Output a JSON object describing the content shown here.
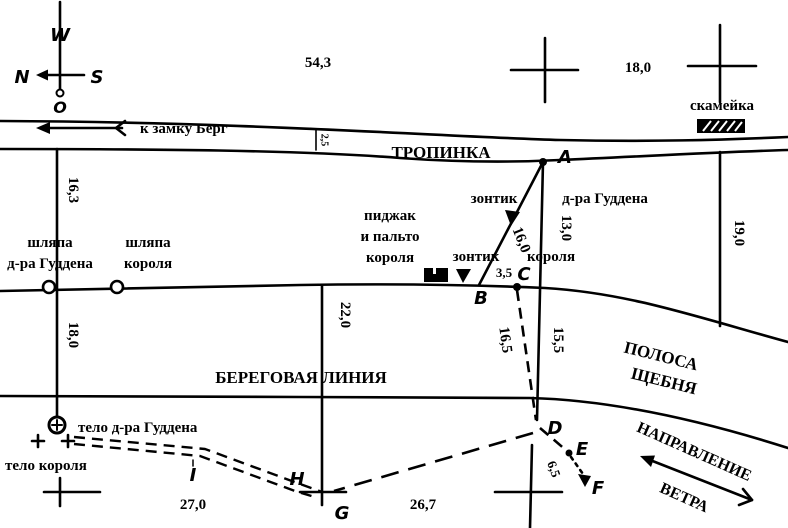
{
  "compass": {
    "west": "W",
    "north": "N",
    "south": "S",
    "east": "O"
  },
  "distances": {
    "top_left": "54,3",
    "top_right": "18,0",
    "path_width": "2,5",
    "left_upper": "16,3",
    "left_lower": "18,0",
    "a_b": "16,0",
    "a_line": "13,0",
    "right_vertical": "19,0",
    "b_c": "3,5",
    "c_d": "16,5",
    "line_d": "15,5",
    "center_vertical": "22,0",
    "d_f": "6,5",
    "bottom_left": "27,0",
    "bottom_right": "26,7"
  },
  "points": {
    "a": "A",
    "b": "B",
    "c": "C",
    "d": "D",
    "e": "E",
    "f": "F",
    "g": "G",
    "h": "H",
    "i": "I"
  },
  "labels": {
    "bench": "скамейка",
    "to_castle": "к замку Берг",
    "path": "ТРОПИНКА",
    "gudden_umbrella_1": "зонтик",
    "gudden_umbrella_2": "д-ра Гуддена",
    "coat_1": "пиджак",
    "coat_2": "и пальто",
    "coat_3": "короля",
    "gudden_hat_1": "шляпа",
    "gudden_hat_2": "д-ра Гуддена",
    "king_hat_1": "шляпа",
    "king_hat_2": "короля",
    "king_umbrella_1": "зонтик",
    "king_umbrella_2": "короля",
    "shoreline": "БЕРЕГОВАЯ ЛИНИЯ",
    "gravel_1": "ПОЛОСА",
    "gravel_2": "ЩЕБНЯ",
    "gudden_body": "тело д-ра Гуддена",
    "king_body": "тело короля",
    "wind_1": "НАПРАВЛЕНИЕ",
    "wind_2": "ВЕТРА"
  }
}
